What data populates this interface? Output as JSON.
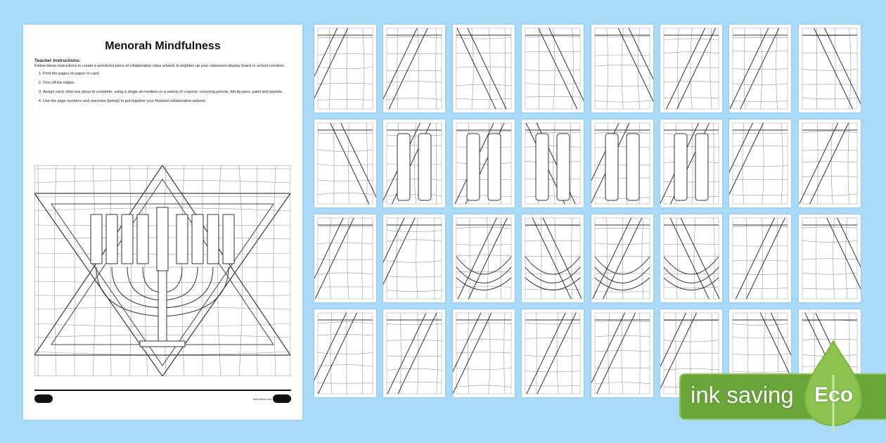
{
  "worksheet": {
    "title": "Menorah Mindfulness",
    "instructions_heading": "Teacher Instructions:",
    "intro": "Follow these instructions to create a wonderful piece of collaborative class artwork to brighten up your classroom display board or school corridors.",
    "steps": [
      "Print the pages on paper or card.",
      "Trim off the edges.",
      "Assign each child one piece to complete, using a single art medium or a variety of crayons, colouring pencils, felt-tip pens, paint and pastels.",
      "Use the page numbers and overview (below) to put together your finished collaborative artwork."
    ],
    "footer_logo": "twinkl",
    "footer_url": "visit twinkl.com"
  },
  "badge": {
    "text": "ink saving",
    "label": "Eco",
    "color": "#6aa53a"
  }
}
